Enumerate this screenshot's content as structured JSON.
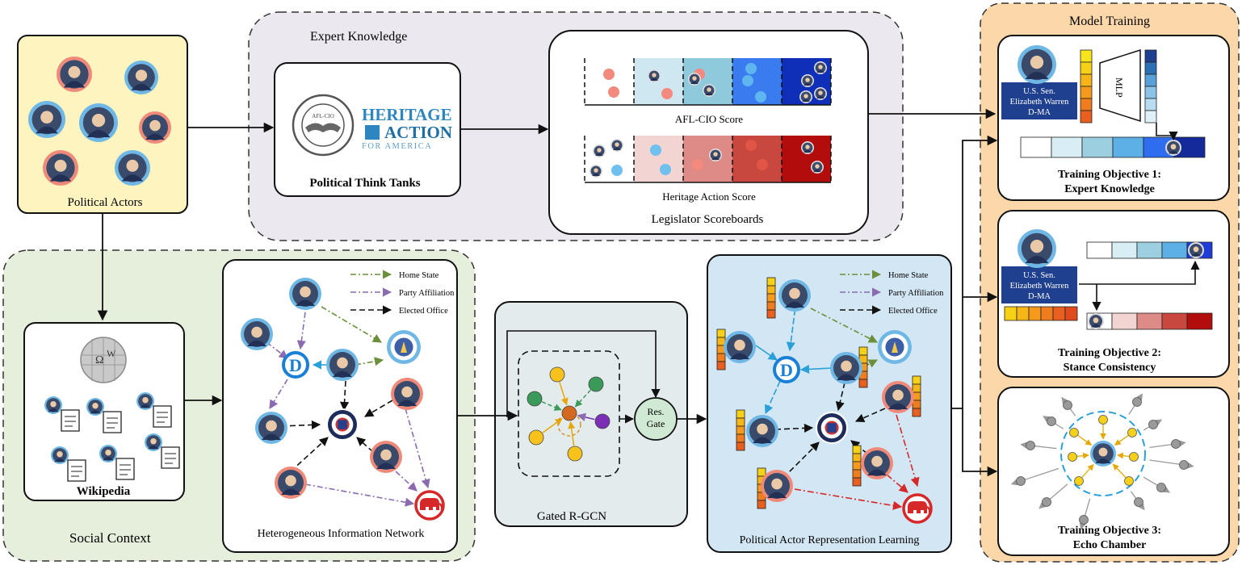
{
  "political_actors": {
    "label": "Political Actors"
  },
  "expert_knowledge": {
    "section_title": "Expert Knowledge",
    "think_tanks_label": "Political Think Tanks",
    "aflcio_seal_text": "AFL-CIO",
    "heritage_logo": {
      "line1": "HERITAGE",
      "line2": "ACTION",
      "line3": "FOR AMERICA"
    },
    "scoreboards_label": "Legislator Scoreboards",
    "afl_cio_score_label": "AFL-CIO Score",
    "heritage_score_label": "Heritage Action Score"
  },
  "social_context": {
    "section_title": "Social Context",
    "wikipedia_label": "Wikipedia",
    "hin_label": "Heterogeneous Information Network"
  },
  "legend": {
    "home_state": "Home State",
    "party_affiliation": "Party Affiliation",
    "elected_office": "Elected Office"
  },
  "gated_rgcn": {
    "label": "Gated R-GCN",
    "res_gate_line1": "Res.",
    "res_gate_line2": "Gate"
  },
  "representation": {
    "label": "Political Actor Representation Learning"
  },
  "model_training": {
    "section_title": "Model Training",
    "senator_card": {
      "line1": "U.S. Sen.",
      "line2": "Elizabeth Warren",
      "line3": "D-MA"
    },
    "mlp_label": "MLP",
    "objective1": {
      "line1": "Training Objective 1:",
      "line2": "Expert Knowledge"
    },
    "objective2": {
      "line1": "Training Objective 2:",
      "line2": "Stance Consistency"
    },
    "objective3": {
      "line1": "Training Objective 3:",
      "line2": "Echo Chamber"
    }
  },
  "party_icons": {
    "democrat": "D",
    "republican": "elephant-icon"
  },
  "colors": {
    "democrat_blue": "#1a7fd6",
    "republican_red": "#d62828",
    "actors_bg": "#fdf4c0",
    "expert_bg": "#ebe9ef",
    "social_bg": "#e6eedc",
    "rgcn_bg": "#e4ebec",
    "repr_bg": "#d3e6f4",
    "training_bg": "#fbd7a9"
  }
}
